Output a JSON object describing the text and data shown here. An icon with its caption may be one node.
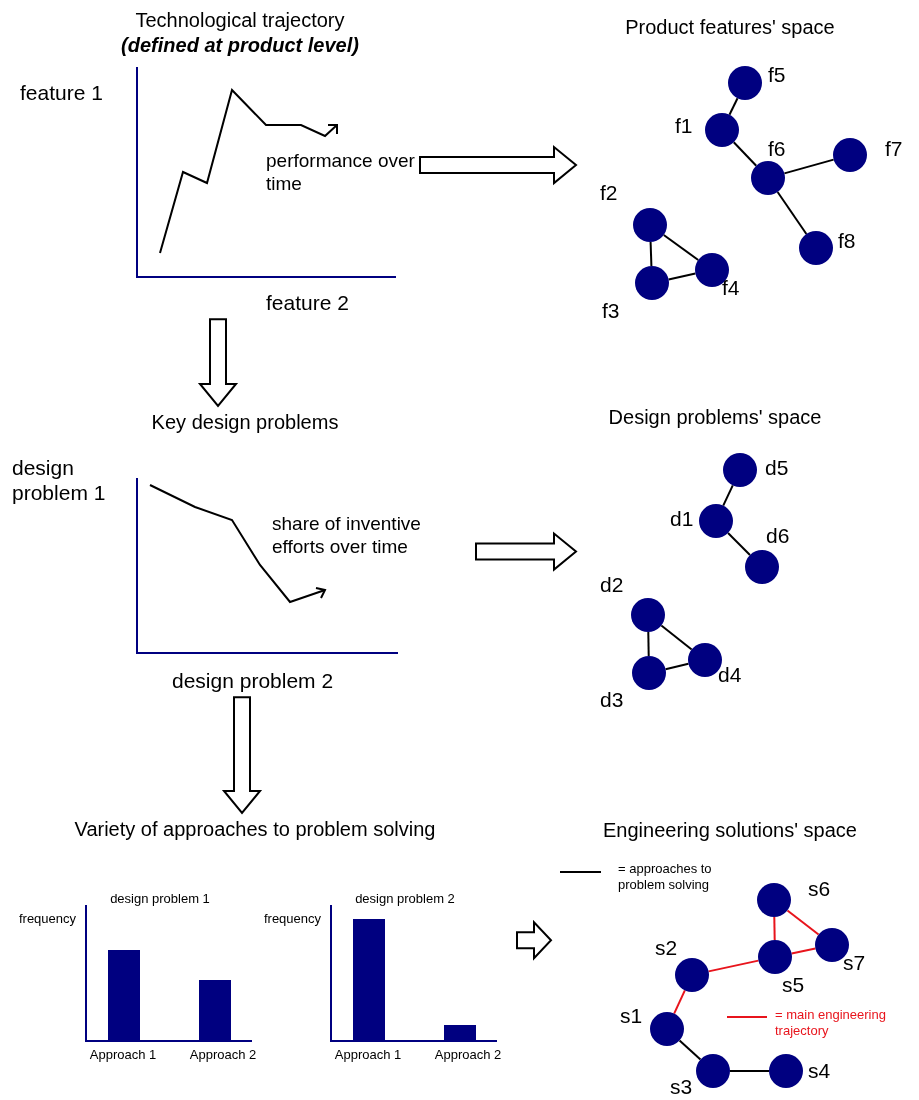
{
  "diagram": {
    "nodes": [
      {
        "text": [
          "Technological trajectory",
          "(defined at product level)"
        ]
      },
      {
        "text": [
          "Product features' space"
        ]
      },
      {
        "text": [],
        "shape": "circle",
        "beside": [
          "f1"
        ],
        "in": 1
      },
      {
        "text": [],
        "shape": "circle",
        "beside": [
          "f2"
        ],
        "in": 1
      },
      {
        "text": [],
        "shape": "circle",
        "beside": [
          "f3"
        ],
        "in": 1
      },
      {
        "text": [],
        "shape": "circle",
        "beside": [
          "f4"
        ],
        "in": 1
      },
      {
        "text": [],
        "shape": "circle",
        "beside": [
          "f5"
        ],
        "in": 1
      },
      {
        "text": [],
        "shape": "circle",
        "beside": [
          "f6"
        ],
        "in": 1
      },
      {
        "text": [],
        "shape": "circle",
        "beside": [
          "f7"
        ],
        "in": 1
      },
      {
        "text": [],
        "shape": "circle",
        "beside": [
          "f8"
        ],
        "in": 1
      },
      {
        "text": [
          "Key design problems"
        ]
      },
      {
        "text": [
          "Design problems' space"
        ]
      },
      {
        "text": [],
        "shape": "circle",
        "beside": [
          "d1"
        ],
        "in": 11
      },
      {
        "text": [],
        "shape": "circle",
        "beside": [
          "d2"
        ],
        "in": 11
      },
      {
        "text": [],
        "shape": "circle",
        "beside": [
          "d3"
        ],
        "in": 11
      },
      {
        "text": [],
        "shape": "circle",
        "beside": [
          "d4"
        ],
        "in": 11
      },
      {
        "text": [],
        "shape": "circle",
        "beside": [
          "d5"
        ],
        "in": 11
      },
      {
        "text": [],
        "shape": "circle",
        "beside": [
          "d6"
        ],
        "in": 11
      },
      {
        "text": [
          "Variety of approaches to problem solving"
        ]
      },
      {
        "text": [
          "Engineering solutions' space"
        ]
      },
      {
        "text": [],
        "shape": "circle",
        "beside": [
          "s1"
        ],
        "in": 19
      },
      {
        "text": [],
        "shape": "circle",
        "beside": [
          "s2"
        ],
        "in": 19
      },
      {
        "text": [],
        "shape": "circle",
        "beside": [
          "s3"
        ],
        "in": 19
      },
      {
        "text": [],
        "shape": "circle",
        "beside": [
          "s4"
        ],
        "in": 19
      },
      {
        "text": [],
        "shape": "circle",
        "beside": [
          "s5"
        ],
        "in": 19
      },
      {
        "text": [],
        "shape": "circle",
        "beside": [
          "s6"
        ],
        "in": 19
      },
      {
        "text": [],
        "shape": "circle",
        "beside": [
          "s7"
        ],
        "in": 19
      }
    ],
    "edges": [
      {
        "from": 0,
        "to": 1,
        "arrow": "to",
        "style": "thick"
      },
      {
        "from": 0,
        "to": 10,
        "arrow": "to",
        "style": "thick"
      },
      {
        "from": 10,
        "to": 11,
        "arrow": "to",
        "style": "thick"
      },
      {
        "from": 10,
        "to": 18,
        "arrow": "to",
        "style": "thick"
      },
      {
        "from": 18,
        "to": 19,
        "arrow": "to",
        "style": "thick"
      },
      {
        "from": 6,
        "to": 2,
        "arrow": "none"
      },
      {
        "from": 2,
        "to": 7,
        "arrow": "none"
      },
      {
        "from": 7,
        "to": 8,
        "arrow": "none"
      },
      {
        "from": 7,
        "to": 9,
        "arrow": "none"
      },
      {
        "from": 3,
        "to": 4,
        "arrow": "none"
      },
      {
        "from": 4,
        "to": 5,
        "arrow": "none"
      },
      {
        "from": 5,
        "to": 3,
        "arrow": "none"
      },
      {
        "from": 16,
        "to": 12,
        "arrow": "none"
      },
      {
        "from": 12,
        "to": 17,
        "arrow": "none"
      },
      {
        "from": 13,
        "to": 14,
        "arrow": "none"
      },
      {
        "from": 14,
        "to": 15,
        "arrow": "none"
      },
      {
        "from": 15,
        "to": 13,
        "arrow": "none"
      },
      {
        "from": 20,
        "to": 21,
        "arrow": "none",
        "color": "#e8141c"
      },
      {
        "from": 21,
        "to": 24,
        "arrow": "none",
        "color": "#e8141c"
      },
      {
        "from": 24,
        "to": 26,
        "arrow": "none",
        "color": "#e8141c"
      },
      {
        "from": 24,
        "to": 25,
        "arrow": "none",
        "color": "#e8141c"
      },
      {
        "from": 25,
        "to": 26,
        "arrow": "none",
        "color": "#e8141c"
      },
      {
        "from": 20,
        "to": 22,
        "arrow": "none"
      },
      {
        "from": 22,
        "to": 23,
        "arrow": "none"
      }
    ],
    "labels": [
      "feature 1",
      "performance over time",
      "feature 2",
      "design problem 1",
      "share of inventive efforts over time",
      "design problem 2",
      "design problem 1",
      "frequency",
      "Approach 1",
      "Approach 2",
      "design problem 2",
      "frequency",
      "Approach 1",
      "Approach 2"
    ],
    "legend": [
      {
        "text": "= approaches to problem solving"
      },
      {
        "text": "= main engineering trajectory"
      }
    ]
  }
}
